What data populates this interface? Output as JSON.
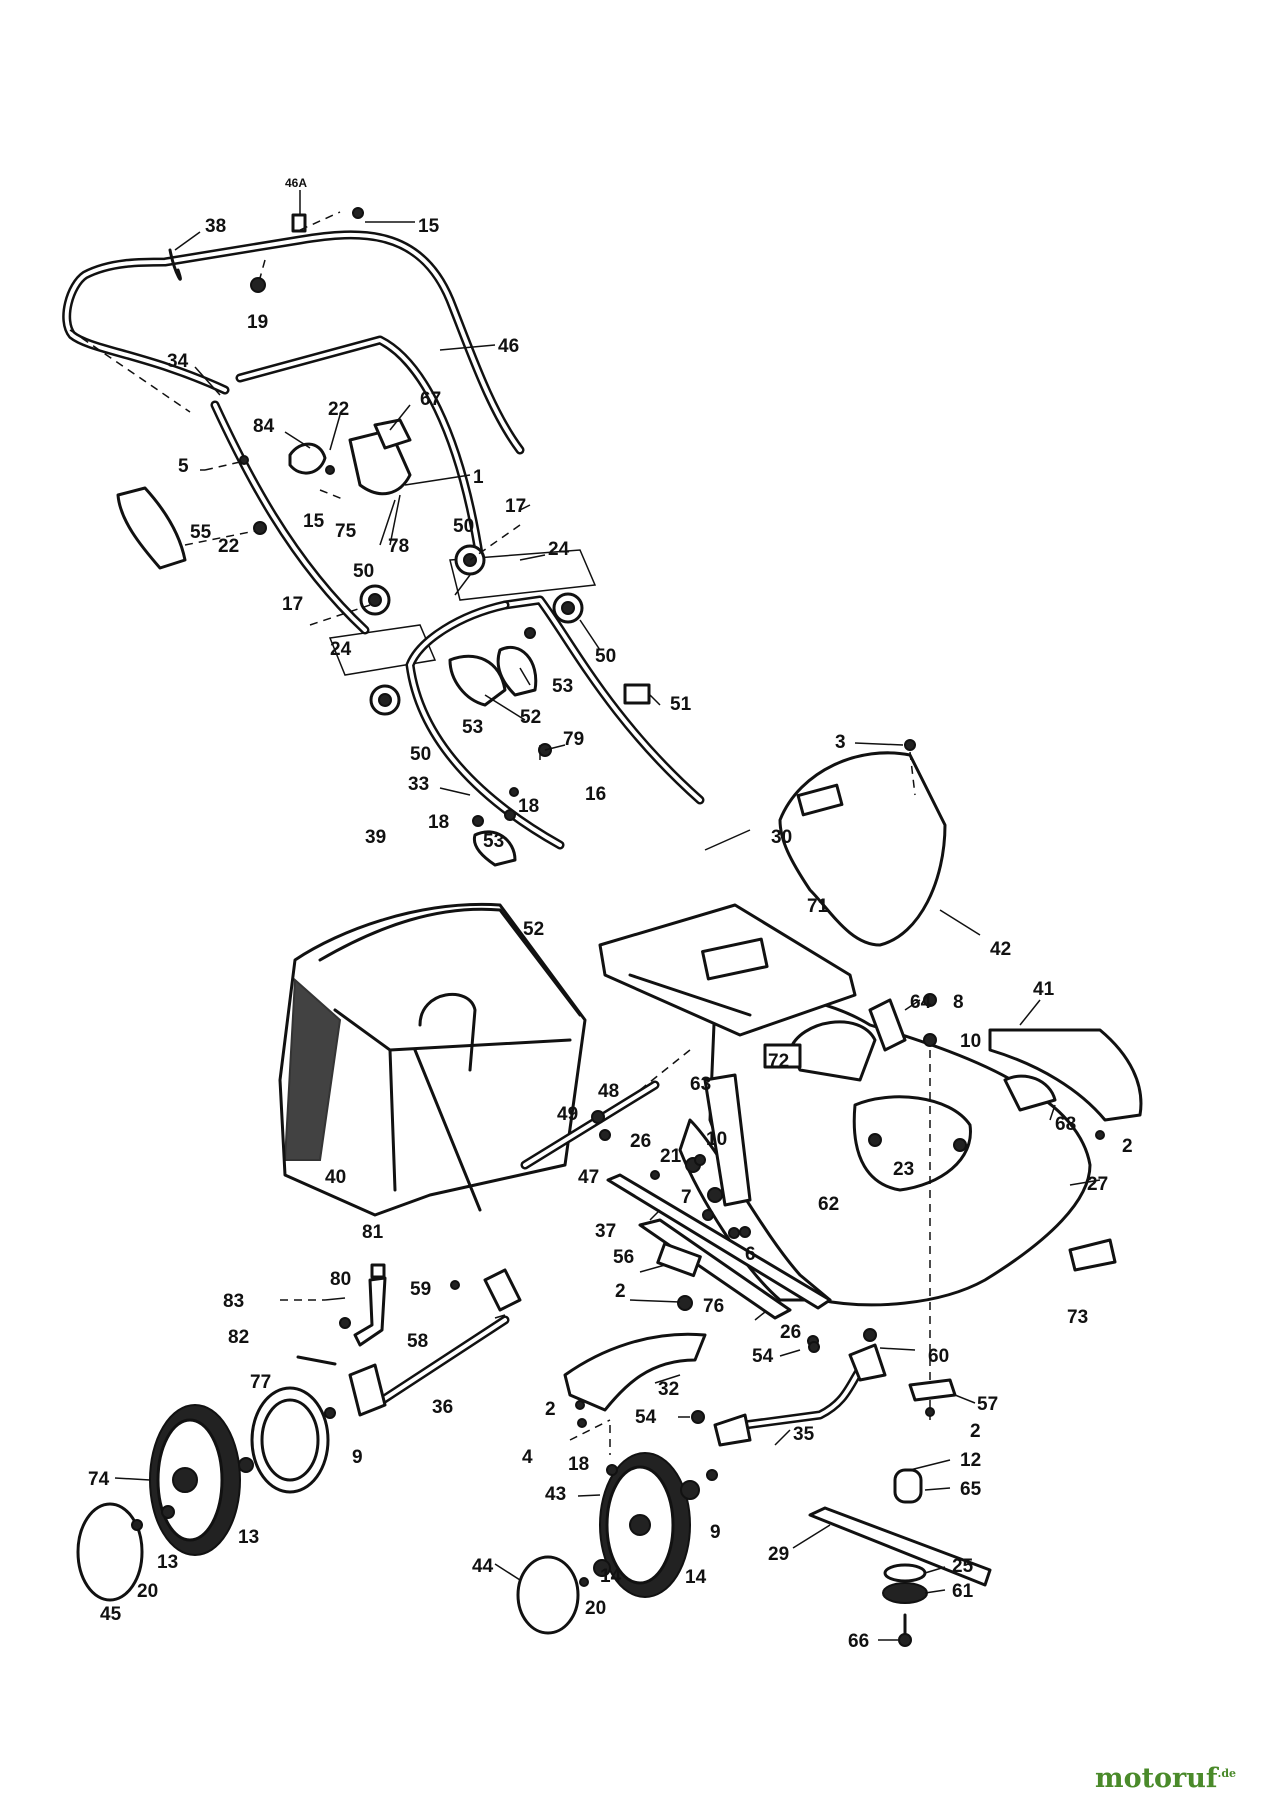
{
  "diagram": {
    "labels": [
      {
        "id": "46A",
        "text": "46A"
      },
      {
        "id": "38a",
        "text": "38"
      },
      {
        "id": "15a",
        "text": "15"
      },
      {
        "id": "19",
        "text": "19"
      },
      {
        "id": "46",
        "text": "46"
      },
      {
        "id": "34",
        "text": "34"
      },
      {
        "id": "67",
        "text": "67"
      },
      {
        "id": "84",
        "text": "84"
      },
      {
        "id": "22a",
        "text": "22"
      },
      {
        "id": "5",
        "text": "5"
      },
      {
        "id": "1",
        "text": "1"
      },
      {
        "id": "15b",
        "text": "15"
      },
      {
        "id": "75",
        "text": "75"
      },
      {
        "id": "55",
        "text": "55"
      },
      {
        "id": "22b",
        "text": "22"
      },
      {
        "id": "78a",
        "text": "78"
      },
      {
        "id": "17a",
        "text": "17"
      },
      {
        "id": "50a",
        "text": "50"
      },
      {
        "id": "24a",
        "text": "24"
      },
      {
        "id": "50b",
        "text": "50"
      },
      {
        "id": "17b",
        "text": "17"
      },
      {
        "id": "24b",
        "text": "24"
      },
      {
        "id": "50c",
        "text": "50"
      },
      {
        "id": "53a",
        "text": "53"
      },
      {
        "id": "51",
        "text": "51"
      },
      {
        "id": "52a",
        "text": "52"
      },
      {
        "id": "53b",
        "text": "53"
      },
      {
        "id": "50d",
        "text": "50"
      },
      {
        "id": "79",
        "text": "79"
      },
      {
        "id": "3",
        "text": "3"
      },
      {
        "id": "33",
        "text": "33"
      },
      {
        "id": "16",
        "text": "16"
      },
      {
        "id": "18a",
        "text": "18"
      },
      {
        "id": "18b",
        "text": "18"
      },
      {
        "id": "39",
        "text": "39"
      },
      {
        "id": "53c",
        "text": "53"
      },
      {
        "id": "30",
        "text": "30"
      },
      {
        "id": "52b",
        "text": "52"
      },
      {
        "id": "71",
        "text": "71"
      },
      {
        "id": "42",
        "text": "42"
      },
      {
        "id": "41",
        "text": "41"
      },
      {
        "id": "64",
        "text": "64"
      },
      {
        "id": "8",
        "text": "8"
      },
      {
        "id": "10a",
        "text": "10"
      },
      {
        "id": "48",
        "text": "48"
      },
      {
        "id": "63",
        "text": "63"
      },
      {
        "id": "72",
        "text": "72"
      },
      {
        "id": "49",
        "text": "49"
      },
      {
        "id": "68",
        "text": "68"
      },
      {
        "id": "26a",
        "text": "26"
      },
      {
        "id": "10b",
        "text": "10"
      },
      {
        "id": "2a",
        "text": "2"
      },
      {
        "id": "21",
        "text": "21"
      },
      {
        "id": "40",
        "text": "40"
      },
      {
        "id": "47",
        "text": "47"
      },
      {
        "id": "23",
        "text": "23"
      },
      {
        "id": "27",
        "text": "27"
      },
      {
        "id": "7",
        "text": "7"
      },
      {
        "id": "62",
        "text": "62"
      },
      {
        "id": "81",
        "text": "81"
      },
      {
        "id": "37",
        "text": "37"
      },
      {
        "id": "6",
        "text": "6"
      },
      {
        "id": "56",
        "text": "56"
      },
      {
        "id": "80",
        "text": "80"
      },
      {
        "id": "59",
        "text": "59"
      },
      {
        "id": "73",
        "text": "73"
      },
      {
        "id": "83",
        "text": "83"
      },
      {
        "id": "2b",
        "text": "2"
      },
      {
        "id": "76",
        "text": "76"
      },
      {
        "id": "58",
        "text": "58"
      },
      {
        "id": "82",
        "text": "82"
      },
      {
        "id": "26b",
        "text": "26"
      },
      {
        "id": "60",
        "text": "60"
      },
      {
        "id": "54a",
        "text": "54"
      },
      {
        "id": "36",
        "text": "36"
      },
      {
        "id": "32",
        "text": "32"
      },
      {
        "id": "77",
        "text": "77"
      },
      {
        "id": "57",
        "text": "57"
      },
      {
        "id": "2c",
        "text": "2"
      },
      {
        "id": "54b",
        "text": "54"
      },
      {
        "id": "2d",
        "text": "2"
      },
      {
        "id": "35",
        "text": "35"
      },
      {
        "id": "9a",
        "text": "9"
      },
      {
        "id": "4",
        "text": "4"
      },
      {
        "id": "12",
        "text": "12"
      },
      {
        "id": "74",
        "text": "74"
      },
      {
        "id": "18c",
        "text": "18"
      },
      {
        "id": "65",
        "text": "65"
      },
      {
        "id": "43",
        "text": "43"
      },
      {
        "id": "13a",
        "text": "13"
      },
      {
        "id": "9b",
        "text": "9"
      },
      {
        "id": "13b",
        "text": "13"
      },
      {
        "id": "29",
        "text": "29"
      },
      {
        "id": "25",
        "text": "25"
      },
      {
        "id": "44",
        "text": "44"
      },
      {
        "id": "14a",
        "text": "14"
      },
      {
        "id": "14b",
        "text": "14"
      },
      {
        "id": "61",
        "text": "61"
      },
      {
        "id": "20a",
        "text": "20"
      },
      {
        "id": "20b",
        "text": "20"
      },
      {
        "id": "45",
        "text": "45"
      },
      {
        "id": "66",
        "text": "66"
      }
    ]
  },
  "watermark": {
    "brand": "motoruf",
    "suffix": ".de",
    "color": "#4a8a2a"
  }
}
